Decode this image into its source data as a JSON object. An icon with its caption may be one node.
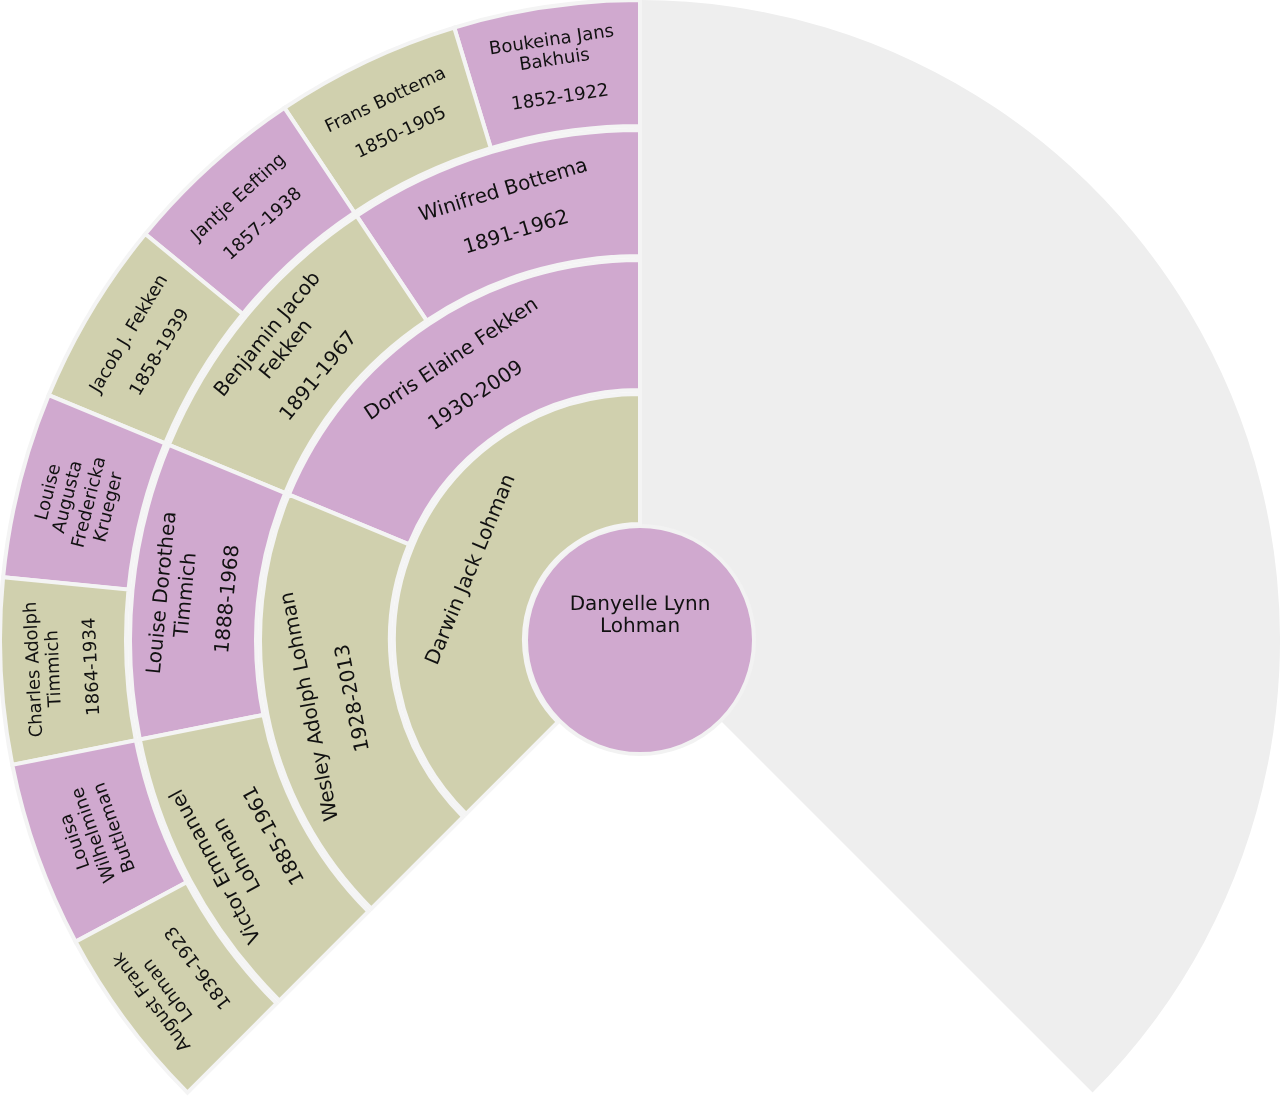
{
  "diagram": {
    "nodes": [
      {
        "text": [
          "Danyelle Lynn Lohman"
        ]
      },
      {
        "text": [
          "Darwin Jack Lohman"
        ]
      },
      {
        "text": [
          "Dorris Elaine Fekken",
          "1930-2009"
        ]
      },
      {
        "text": [
          "Wesley Adolph Lohman",
          "1928-2013"
        ]
      },
      {
        "text": [
          "Winifred Bottema",
          "1891-1962"
        ]
      },
      {
        "text": [
          "Benjamin Jacob Fekken",
          "1891-1967"
        ]
      },
      {
        "text": [
          "Louise Dorothea Timmich",
          "1888-1968"
        ]
      },
      {
        "text": [
          "Victor Emmanuel Lohman",
          "1885-1961"
        ]
      },
      {
        "text": [
          "Boukeina Jans Bakhuis",
          "1852-1922"
        ]
      },
      {
        "text": [
          "Frans Bottema",
          "1850-1905"
        ]
      },
      {
        "text": [
          "Jantje Eefting",
          "1857-1938"
        ]
      },
      {
        "text": [
          "Jacob J. Fekken",
          "1858-1939"
        ]
      },
      {
        "text": [
          "Louise Augusta Fredericka Krueger"
        ]
      },
      {
        "text": [
          "Charles Adolph Timmich",
          "1864-1934"
        ]
      },
      {
        "text": [
          "Louisa Wilhelmine Buttleman"
        ]
      },
      {
        "text": [
          "August Frank Lohman",
          "1836-1923"
        ]
      }
    ],
    "edges": []
  }
}
